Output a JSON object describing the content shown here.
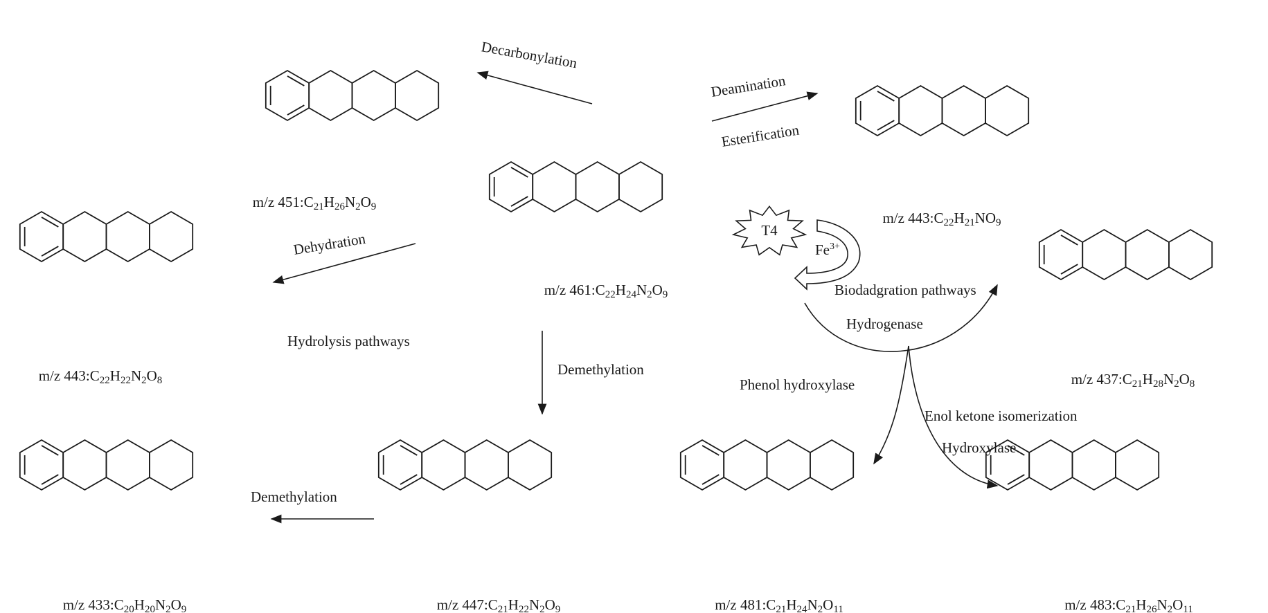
{
  "compounds": [
    {
      "id": "parent",
      "label": "m/z 461:C22H24N2O9"
    },
    {
      "id": "decarbonyl",
      "label": "m/z 451:C21H26N2O9"
    },
    {
      "id": "ester",
      "label": "m/z 443:C22H21NO9"
    },
    {
      "id": "dehydrate",
      "label": "m/z 443:C22H22N2O8"
    },
    {
      "id": "hydrogen",
      "label": "m/z 437:C21H28N2O8"
    },
    {
      "id": "demethyl1",
      "label": "m/z 447:C21H22N2O9"
    },
    {
      "id": "demethyl2",
      "label": "m/z 433:C20H20N2O9"
    },
    {
      "id": "phenol",
      "label": "m/z 481:C21H24N2O11"
    },
    {
      "id": "hydroxyl",
      "label": "m/z 483:C21H26N2O11"
    }
  ],
  "reactions": {
    "decarbonylation": "Decarbonylation",
    "deamination": "Deamination",
    "esterification": "Esterification",
    "dehydration": "Dehydration",
    "hydrolysis": "Hydrolysis pathways",
    "demethylation_1": "Demethylation",
    "demethylation_2": "Demethylation",
    "biodegradation": "Biodadgration  pathways",
    "hydrogenase": "Hydrogenase",
    "phenol_hydroxylase": "Phenol hydroxylase",
    "enol_isomerization": "Enol ketone isomerization",
    "hydroxylase": "Hydroxylase"
  },
  "organism": {
    "strain": "T4",
    "ion": "Fe3+"
  }
}
